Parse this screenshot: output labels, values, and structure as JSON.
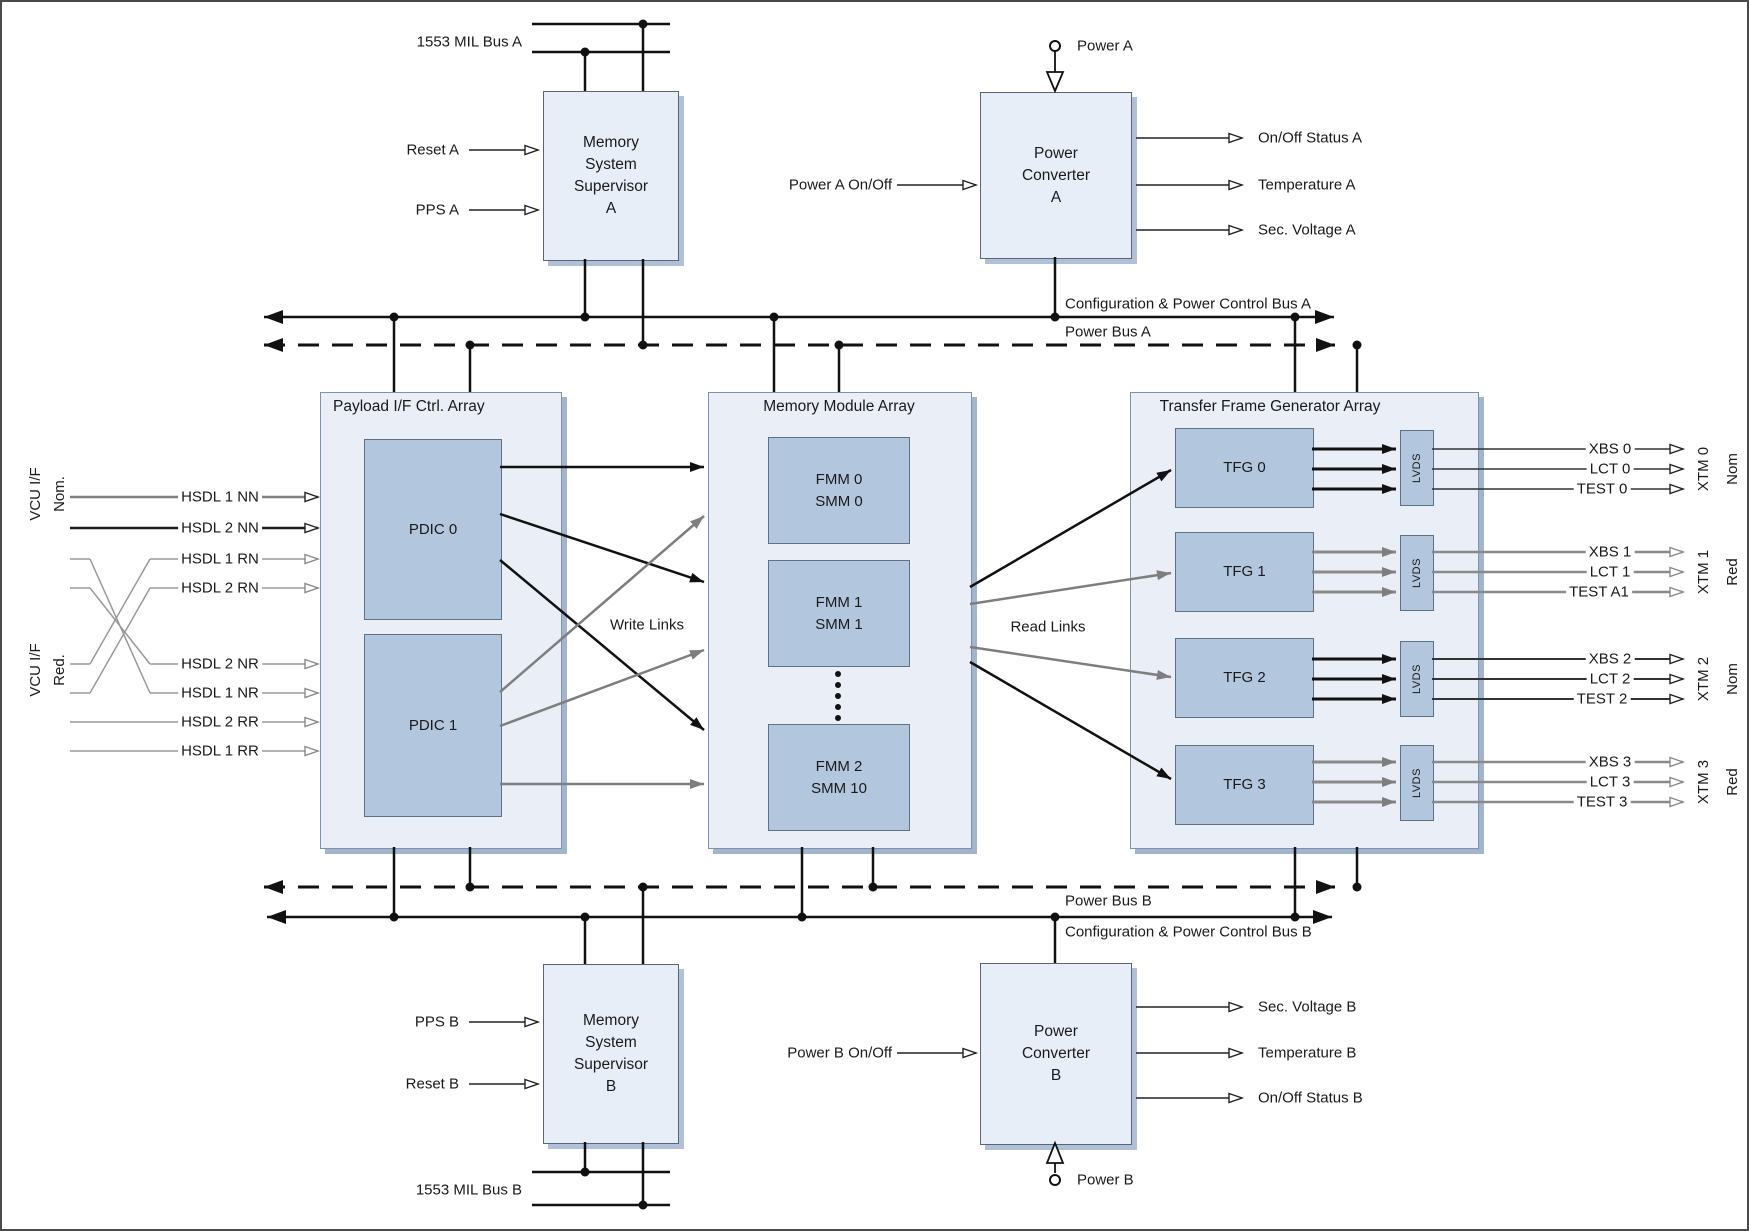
{
  "left": {
    "vcu_nom": {
      "line1": "VCU I/F",
      "line2": "Nom."
    },
    "vcu_red": {
      "line1": "VCU I/F",
      "line2": "Red."
    },
    "hsdl": [
      "HSDL 1 NN",
      "HSDL 2 NN",
      "HSDL 1 RN",
      "HSDL 2 RN",
      "HSDL 2 NR",
      "HSDL 1 NR",
      "HSDL 2 RR",
      "HSDL 1 RR"
    ]
  },
  "top": {
    "bus1553_a": "1553 MIL Bus A",
    "reset_a": "Reset A",
    "pps_a": "PPS A",
    "supervisor_a": "Memory\nSystem\nSupervisor\nA",
    "power_a": "Power A",
    "power_a_onoff": "Power A On/Off",
    "converter_a": "Power\nConverter\nA",
    "outputs_a": [
      "On/Off Status A",
      "Temperature A",
      "Sec. Voltage A"
    ]
  },
  "buses": {
    "config_a": "Configuration & Power Control Bus A",
    "power_a": "Power Bus A",
    "power_b": "Power Bus B",
    "config_b": "Configuration  & Power Control Bus B"
  },
  "arrays": {
    "payload_title": "Payload I/F Ctrl. Array",
    "pdic": [
      "PDIC 0",
      "PDIC 1"
    ],
    "write_links": "Write Links",
    "memory_title": "Memory Module Array",
    "fmm": [
      {
        "line1": "FMM 0",
        "line2": "SMM 0"
      },
      {
        "line1": "FMM 1",
        "line2": "SMM 1"
      },
      {
        "line1": "FMM 2",
        "line2": "SMM 10"
      }
    ],
    "read_links": "Read Links",
    "tfg_title": "Transfer Frame Generator Array",
    "tfg": [
      "TFG 0",
      "TFG 1",
      "TFG 2",
      "TFG 3"
    ],
    "lvds": "LVDS"
  },
  "right": {
    "groups": [
      {
        "lines": [
          "XBS 0",
          "LCT 0",
          "TEST 0"
        ],
        "xtm": "XTM 0",
        "chain": "Nom"
      },
      {
        "lines": [
          "XBS 1",
          "LCT 1",
          "TEST A1"
        ],
        "xtm": "XTM 1",
        "chain": "Red"
      },
      {
        "lines": [
          "XBS 2",
          "LCT 2",
          "TEST 2"
        ],
        "xtm": "XTM 2",
        "chain": "Nom"
      },
      {
        "lines": [
          "XBS 3",
          "LCT 3",
          "TEST 3"
        ],
        "xtm": "XTM 3",
        "chain": "Red"
      }
    ]
  },
  "bottom": {
    "pps_b": "PPS B",
    "reset_b": "Reset B",
    "supervisor_b": "Memory\nSystem\nSupervisor\nB",
    "bus1553_b": "1553 MIL Bus B",
    "power_b_onoff": "Power B On/Off",
    "converter_b": "Power\nConverter\nB",
    "power_b": "Power B",
    "outputs_b": [
      "Sec. Voltage B",
      "Temperature B",
      "On/Off Status B"
    ]
  }
}
